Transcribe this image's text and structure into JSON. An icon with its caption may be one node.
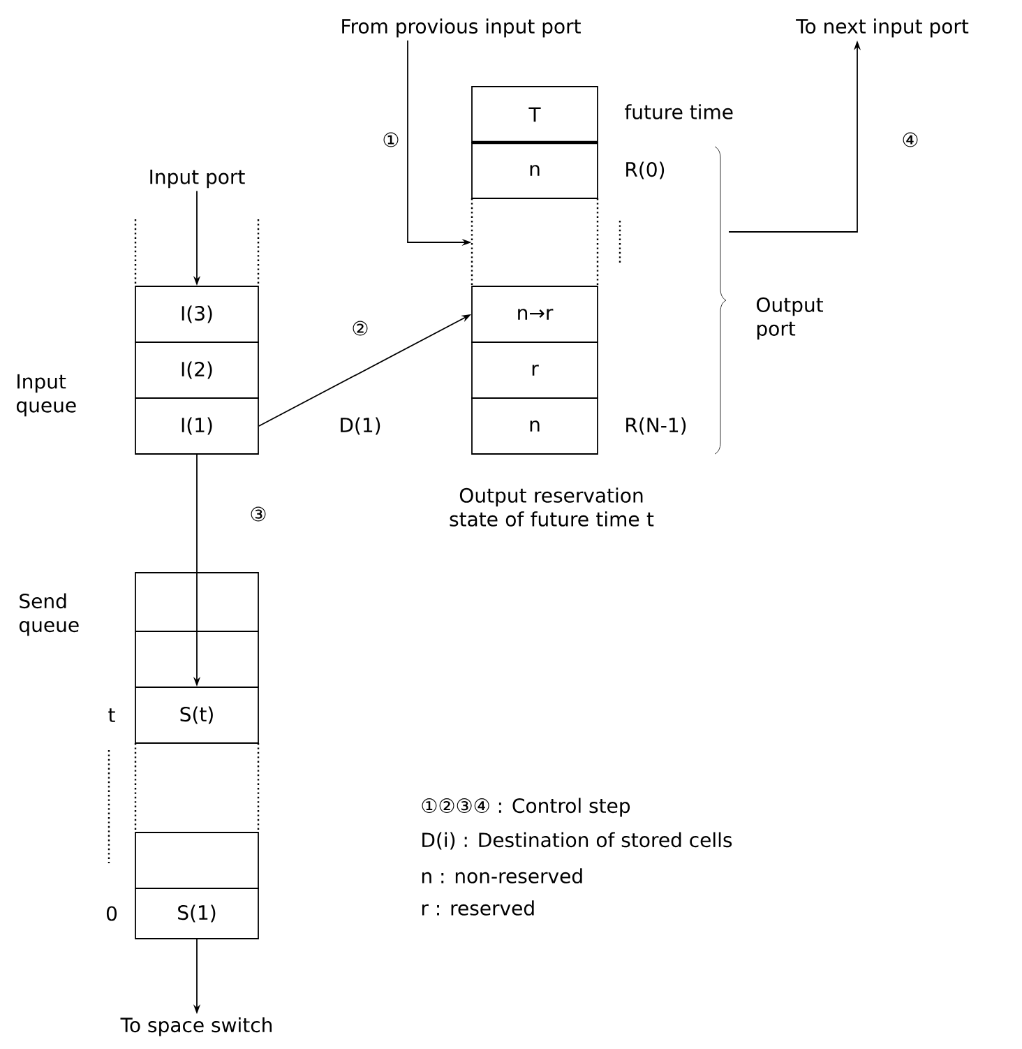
{
  "diagram": {
    "nodes": [
      {
        "text": [
          "From provious input port"
        ]
      },
      {
        "text": [
          "To next input port"
        ]
      },
      {
        "text": [
          "Input port"
        ]
      },
      {
        "text": [
          "T"
        ],
        "beside": [
          "future time"
        ]
      },
      {
        "text": [
          "n"
        ],
        "beside": [
          "R(0)"
        ]
      },
      {
        "text": [],
        "shape": "box"
      },
      {
        "text": [
          "n→r"
        ]
      },
      {
        "text": [
          "r"
        ]
      },
      {
        "text": [
          "n"
        ],
        "beside": [
          "R(N-1)"
        ]
      },
      {
        "text": [
          "I(3)"
        ]
      },
      {
        "text": [
          "I(2)"
        ]
      },
      {
        "text": [
          "I(1)"
        ]
      },
      {
        "text": [
          "S(t)"
        ]
      },
      {
        "text": [],
        "shape": "box"
      },
      {
        "text": [],
        "shape": "box"
      },
      {
        "text": [
          "S(1)"
        ]
      },
      {
        "text": [
          "To space switch"
        ]
      }
    ],
    "edges": [
      {
        "from": 0,
        "to": 5,
        "arrow": "to",
        "label": "①"
      },
      {
        "from": null,
        "to": 1,
        "arrow": "to",
        "label": "④"
      },
      {
        "from": 2,
        "to": 9,
        "arrow": "to"
      },
      {
        "from": 11,
        "to": 6,
        "arrow": "to",
        "label": "②"
      },
      {
        "from": 11,
        "to": 12,
        "arrow": "to",
        "label": "③"
      },
      {
        "from": 15,
        "to": 16,
        "arrow": "to"
      }
    ],
    "labels": [
      "Input queue",
      "D(1)",
      "Output port",
      "Output reservation state of future time t",
      "Send queue",
      "t",
      "0",
      "①②③④ : Control step",
      "D(i) : Destination of stored cells",
      "n : non-reserved",
      "r : reserved"
    ]
  }
}
